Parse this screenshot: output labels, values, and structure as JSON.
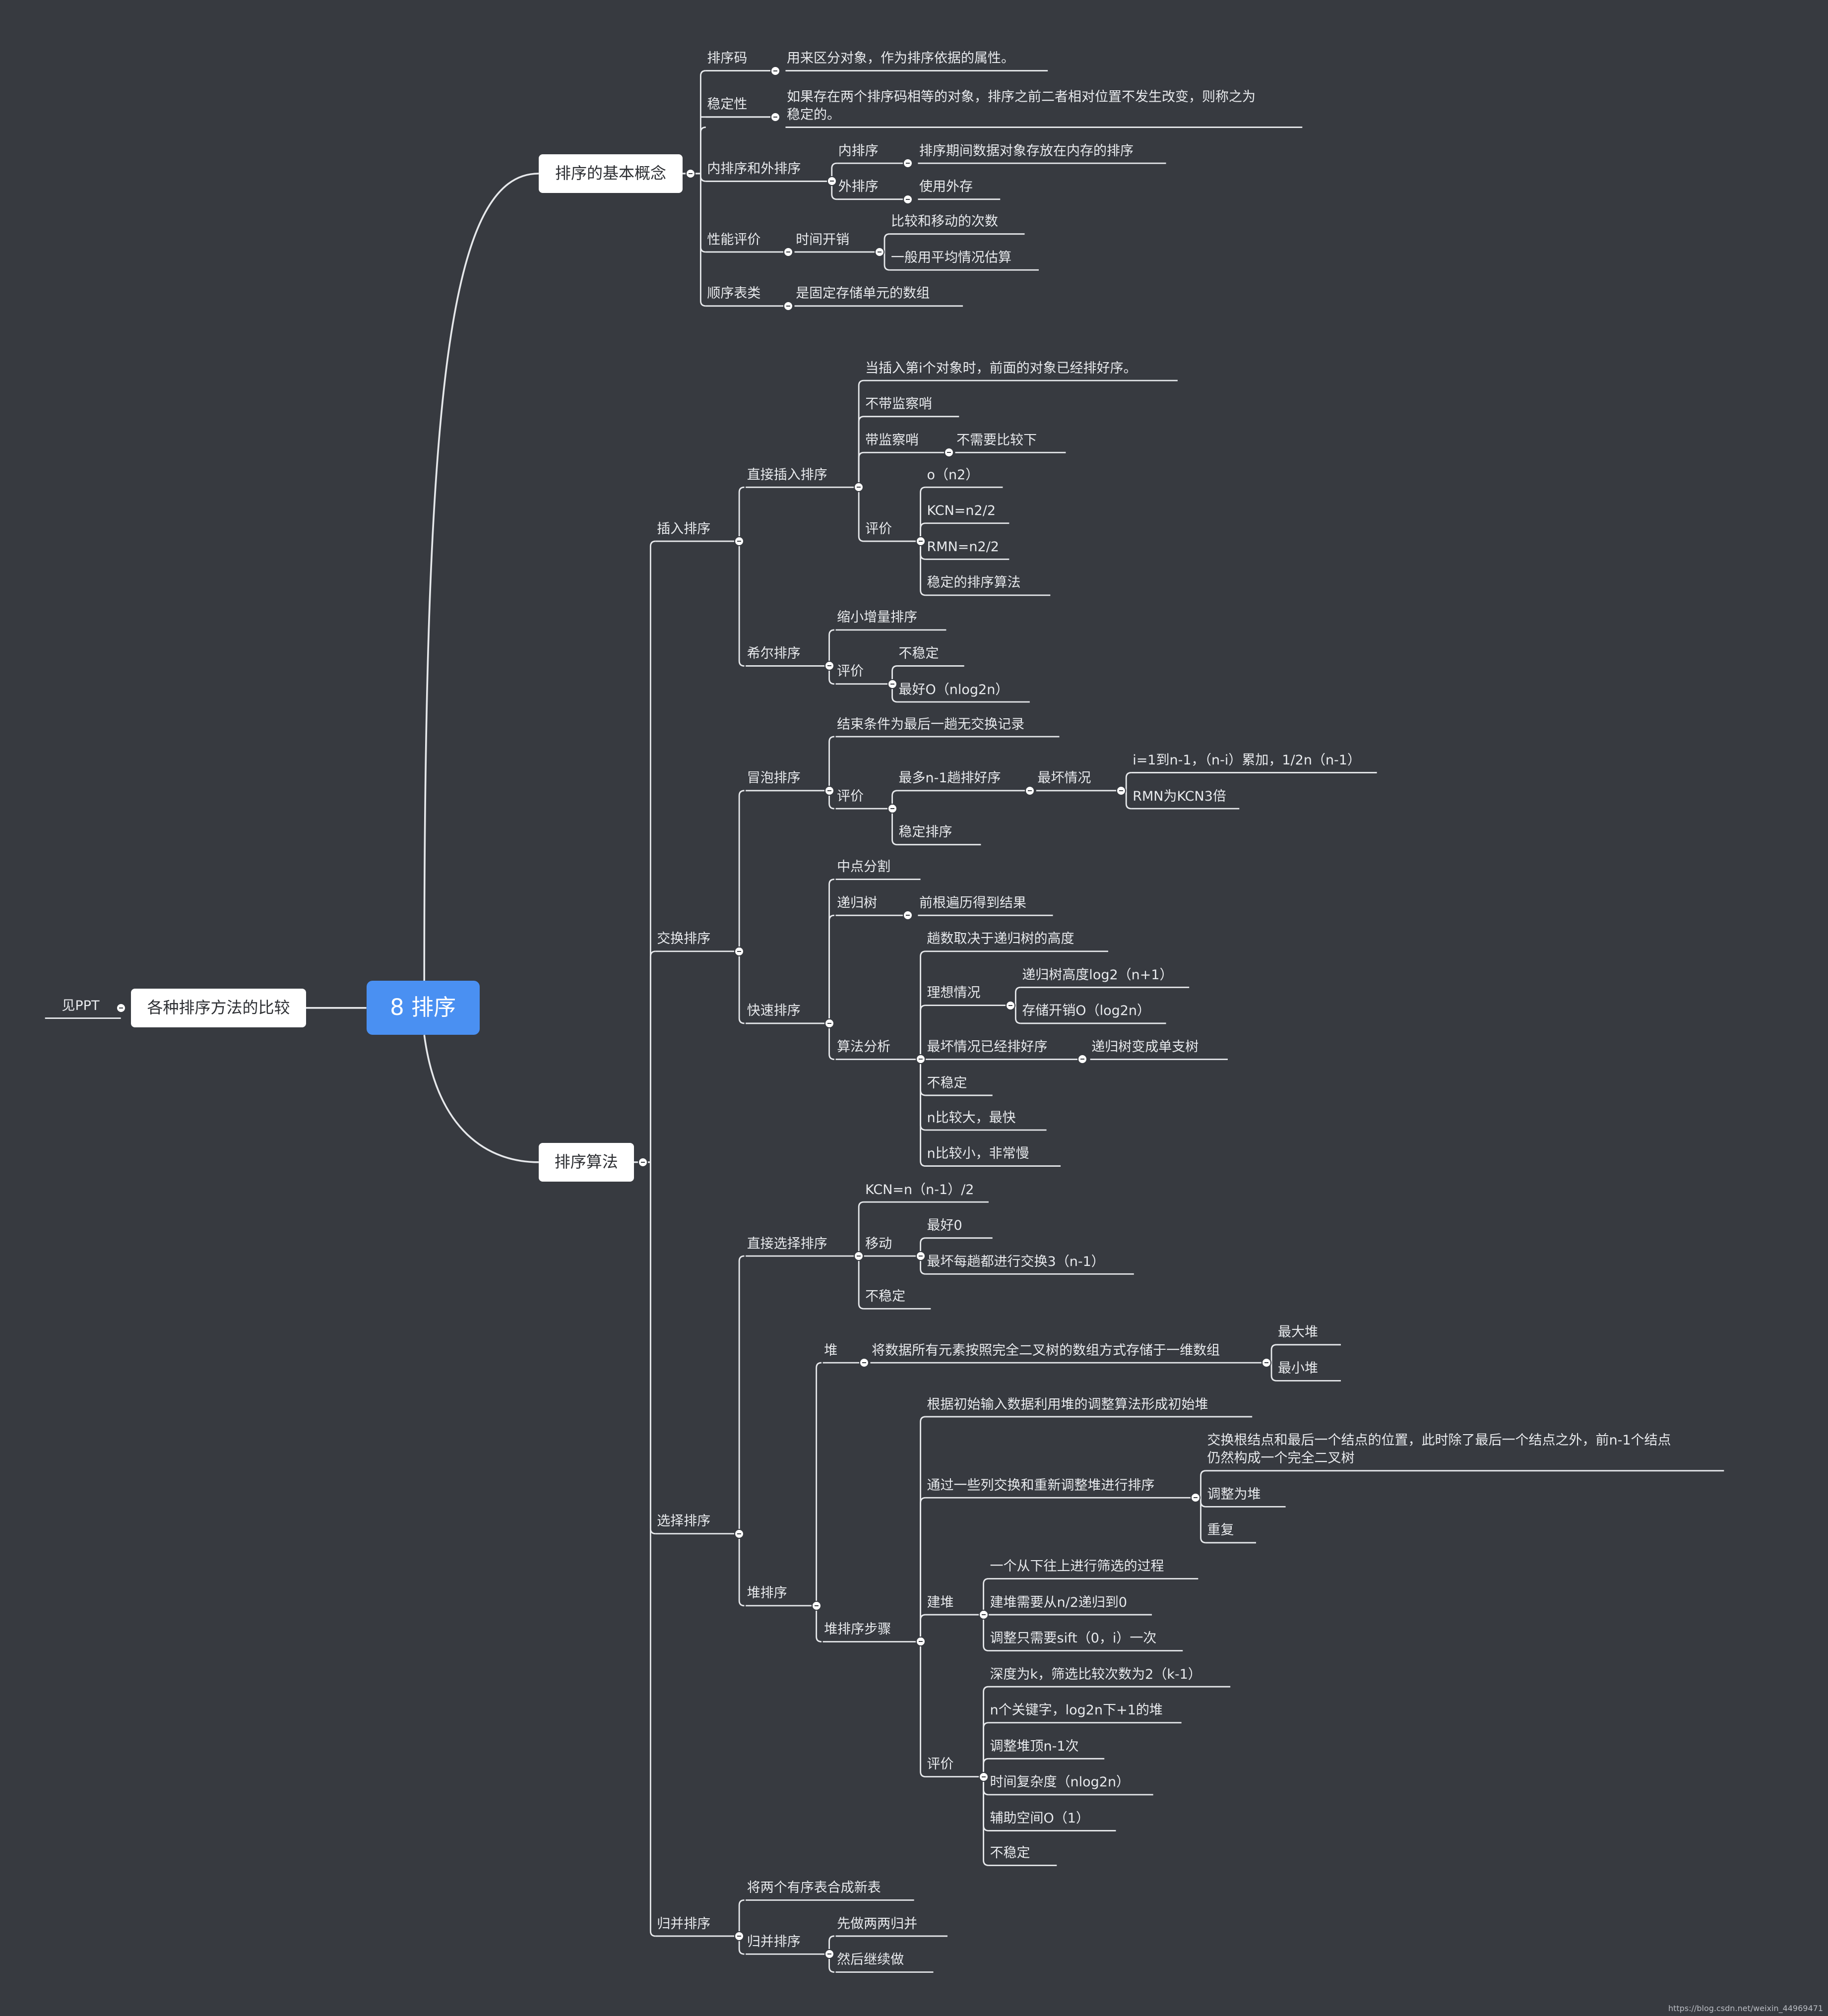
{
  "root": {
    "label": "8 排序"
  },
  "left": {
    "label": "各种排序方法的比较",
    "child": "见PPT"
  },
  "basic": {
    "label": "排序的基本概念",
    "key": {
      "label": "排序码",
      "desc": "用来区分对象，作为排序依据的属性。"
    },
    "stable": {
      "label": "稳定性",
      "desc": "如果存在两个排序码相等的对象，排序之前二者相对位置不发生改变，则称之为\n稳定的。"
    },
    "inout": {
      "label": "内排序和外排序",
      "in": {
        "label": "内排序",
        "desc": "排序期间数据对象存放在内存的排序"
      },
      "out": {
        "label": "外排序",
        "desc": "使用外存"
      }
    },
    "perf": {
      "label": "性能评价",
      "time": {
        "label": "时间开销",
        "items": [
          "比较和移动的次数",
          "一般用平均情况估算"
        ]
      }
    },
    "seq": {
      "label": "顺序表类",
      "desc": "是固定存储单元的数组"
    }
  },
  "algo": {
    "label": "排序算法",
    "insert": {
      "label": "插入排序",
      "direct": {
        "label": "直接插入排序",
        "note": "当插入第i个对象时，前面的对象已经排好序。",
        "no_guard": "不带监察哨",
        "guard": {
          "label": "带监察哨",
          "desc": "不需要比较下"
        },
        "eval": {
          "label": "评价",
          "items": [
            "o（n2）",
            "KCN=n2/2",
            "RMN=n2/2",
            "稳定的排序算法"
          ]
        }
      },
      "shell": {
        "label": "希尔排序",
        "shrink": "缩小增量排序",
        "eval": {
          "label": "评价",
          "items": [
            "不稳定",
            "最好O（nlog2n）"
          ]
        }
      }
    },
    "exchange": {
      "label": "交换排序",
      "bubble": {
        "label": "冒泡排序",
        "end": "结束条件为最后一趟无交换记录",
        "eval": {
          "label": "评价",
          "most": "最多n-1趟排好序",
          "worst": "最坏情况",
          "worst_items": [
            "i=1到n-1，（n-i）累加，1/2n（n-1）",
            "RMN为KCN3倍"
          ],
          "stable": "稳定排序"
        }
      },
      "quick": {
        "label": "快速排序",
        "mid": "中点分割",
        "tree": {
          "label": "递归树",
          "desc": "前根遍历得到结果"
        },
        "analysis": {
          "label": "算法分析",
          "passes": "趟数取决于递归树的高度",
          "ideal": {
            "label": "理想情况",
            "items": [
              "递归树高度log2（n+1）",
              "存储开销O（log2n）"
            ]
          },
          "worst": {
            "label": "最坏情况已经排好序",
            "desc": "递归树变成单支树"
          },
          "unstable": "不稳定",
          "big": "n比较大，最快",
          "small": "n比较小，非常慢"
        }
      }
    },
    "select": {
      "label": "选择排序",
      "direct": {
        "label": "直接选择排序",
        "kcn": "KCN=n（n-1）/2",
        "move": {
          "label": "移动",
          "items": [
            "最好0",
            "最坏每趟都进行交换3（n-1）"
          ]
        },
        "unstable": "不稳定"
      },
      "heap": {
        "label": "堆排序",
        "heap": {
          "label": "堆",
          "desc": "将数据所有元素按照完全二叉树的数组方式存储于一维数组",
          "items": [
            "最大堆",
            "最小堆"
          ]
        },
        "steps": {
          "label": "堆排序步骤",
          "init": "根据初始输入数据利用堆的调整算法形成初始堆",
          "swap": {
            "label": "通过一些列交换和重新调整堆进行排序",
            "items": [
              "交换根结点和最后一个结点的位置，此时除了最后一个结点之外，前n-1个结点\n仍然构成一个完全二叉树",
              "调整为堆",
              "重复"
            ]
          },
          "build": {
            "label": "建堆",
            "items": [
              "一个从下往上进行筛选的过程",
              "建堆需要从n/2递归到0",
              "调整只需要sift（0，i）一次"
            ]
          },
          "eval": {
            "label": "评价",
            "items": [
              "深度为k，筛选比较次数为2（k-1）",
              "n个关键字，log2n下+1的堆",
              "调整堆顶n-1次",
              "时间复杂度（nlog2n）",
              "辅助空间O（1）",
              "不稳定"
            ]
          }
        }
      }
    },
    "merge": {
      "label": "归并排序",
      "note": "将两个有序表合成新表",
      "sub": {
        "label": "归并排序",
        "items": [
          "先做两两归并",
          "然后继续做"
        ]
      }
    }
  },
  "watermark": "https://blog.csdn.net/weixin_44969471"
}
